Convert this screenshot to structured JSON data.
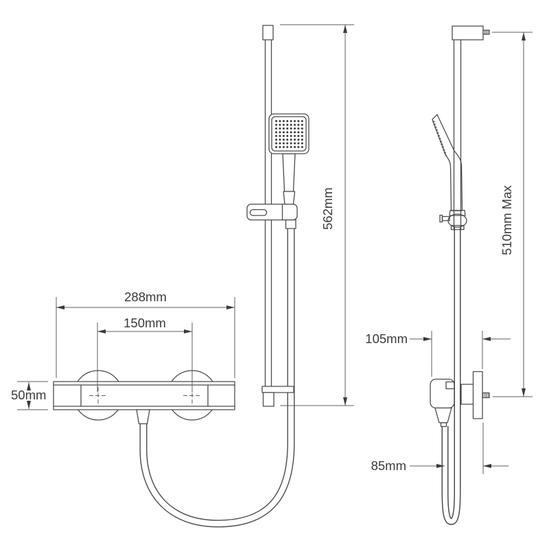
{
  "front_view": {
    "overall_width": "288mm",
    "hose_centres": "150mm",
    "valve_height": "50mm",
    "rail_length": "562mm"
  },
  "side_view": {
    "max_height": "510mm Max",
    "valve_depth": "105mm",
    "hose_loop_depth": "85mm"
  },
  "colors": {
    "part_outline": "#4a4a4a",
    "dimension_line": "#5c5c5c",
    "text": "#3a3a3a",
    "background": "#ffffff"
  }
}
